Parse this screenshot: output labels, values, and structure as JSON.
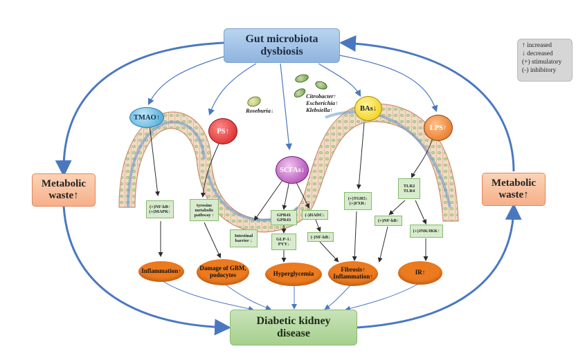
{
  "top_box": {
    "line1": "Gut microbiota",
    "line2": "dysbiosis"
  },
  "bottom_box": {
    "line1": "Diabetic kidney",
    "line2": "disease"
  },
  "left_box": {
    "line1": "Metabolic",
    "line2": "waste↑"
  },
  "right_box": {
    "line1": "Metabolic",
    "line2": "waste↑"
  },
  "legend": {
    "items": [
      "↑ increased",
      "↓ decreased",
      "(+) stimulatory",
      "(-) inhibitory"
    ]
  },
  "bacteria": {
    "roseburia": "Roseburia↓",
    "citrobacter": "Citrobacter↑",
    "escherichia": "Escherichia↑",
    "klebsiella": "Klebsiella↑"
  },
  "metabolites": {
    "tmao": "TMAO↑",
    "ps": "PS↑",
    "scfas": "SCFAs↓",
    "bas": "BAs↓",
    "lps": "LPS↑"
  },
  "pathways": {
    "tmao_path": {
      "line1": "(+)NF-kB↑",
      "line2": "(+)MAPK↑"
    },
    "tyrosine": {
      "line1": "tyrosine",
      "line2": "metabolic",
      "line3": "pathway ↑"
    },
    "intestinal": {
      "line1": "Intestinal",
      "line2": "barrier ↓"
    },
    "gpr": {
      "line1": "GPR41",
      "line2": "GPR43"
    },
    "glp": {
      "line1": "GLP-1↓",
      "line2": "PYY↓"
    },
    "hdac": "(-)HADC↓",
    "nfkb_neg": "(-)NF-kB↓",
    "tgr": {
      "line1": "(+)TGR5↓",
      "line2": "(+)FXR↓"
    },
    "tlr": {
      "line1": "TLR2",
      "line2": "TLR4"
    },
    "nfkb_pos": "(+)NF-kB↑",
    "jnk": "(+)JNK/IKK↑"
  },
  "outcomes": {
    "inflammation": "Inflammation↑",
    "gbm": {
      "line1": "Damage of GBM,",
      "line2": "podocytes"
    },
    "hyperglycemia": "Hyperglycemia",
    "fibrosis": {
      "line1": "Fibrosis↑",
      "line2": "Inflammation↑"
    },
    "ir": "IR↑"
  },
  "colors": {
    "arrow_blue": "#4a78c0",
    "arrow_dark": "#2b2b2b",
    "outcome_orange": "#ec7a1f",
    "pathway_green": "#d7ebcd"
  }
}
